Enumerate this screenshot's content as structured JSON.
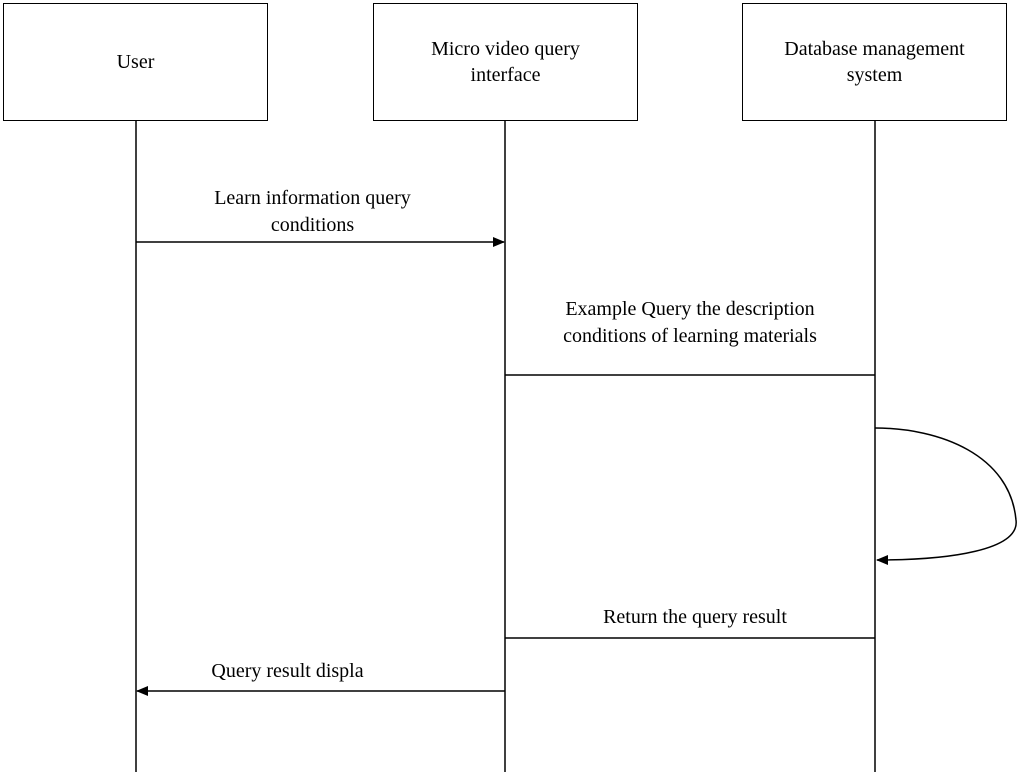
{
  "actors": [
    {
      "label": "User"
    },
    {
      "label": "Micro video query interface"
    },
    {
      "label": "Database management system"
    }
  ],
  "messages": [
    {
      "label": "Learn information query conditions"
    },
    {
      "label": "Example Query the description conditions of learning materials"
    },
    {
      "label": "Return the query result"
    },
    {
      "label": "Query result displa"
    }
  ]
}
